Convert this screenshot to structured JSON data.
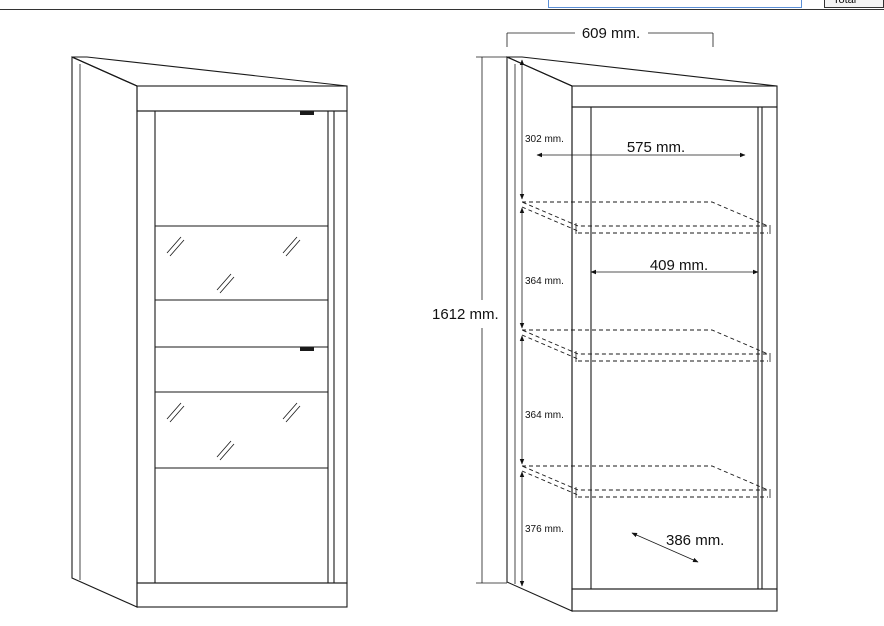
{
  "header": {
    "tab_label": "Total"
  },
  "dimensions": {
    "width": "609 mm.",
    "height": "1612 mm.",
    "inner_width": "575 mm.",
    "shelf_width": "409 mm.",
    "depth": "386 mm.",
    "section_1": "302 mm.",
    "section_2": "364 mm.",
    "section_3": "364 mm.",
    "section_4": "376 mm."
  }
}
